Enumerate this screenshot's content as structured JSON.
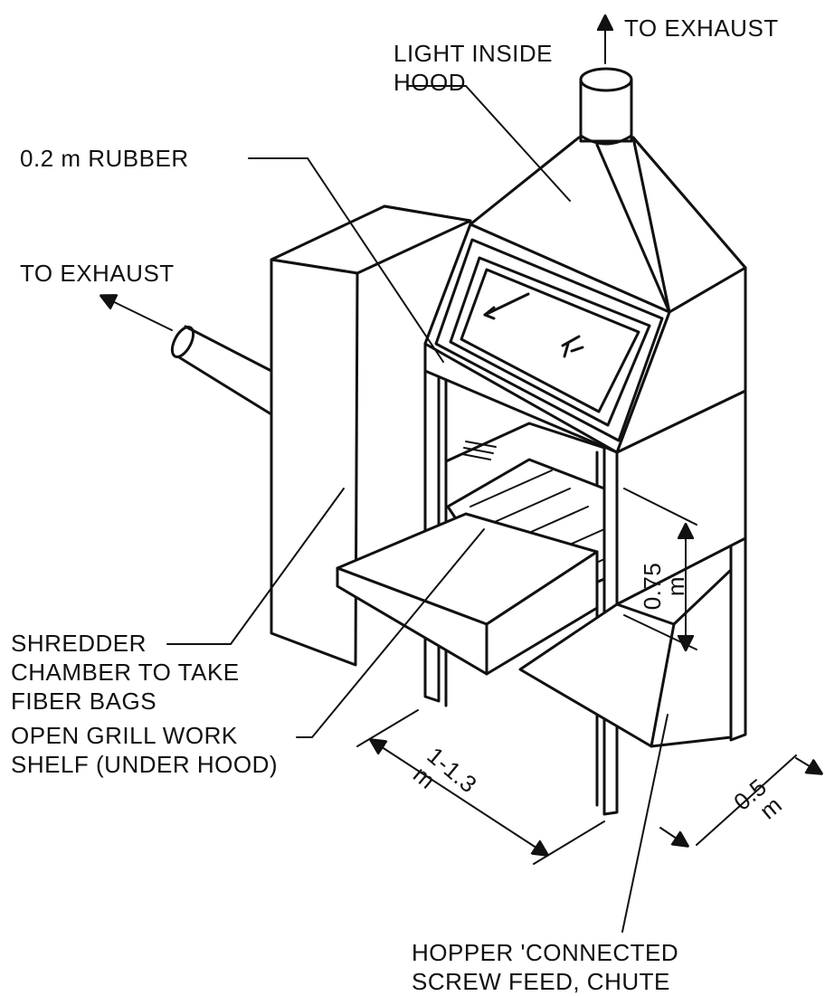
{
  "labels": {
    "to_exhaust_top": "TO EXHAUST",
    "light_inside_hood_1": "LIGHT INSIDE",
    "light_inside_hood_2": "HOOD",
    "rubber": "0.2 m RUBBER",
    "to_exhaust_left": "TO EXHAUST",
    "shredder_1": "SHREDDER",
    "shredder_2": "CHAMBER TO TAKE",
    "shredder_3": "FIBER BAGS",
    "grill_1": "OPEN GRILL WORK",
    "grill_2": "SHELF (UNDER HOOD)",
    "hopper_1": "HOPPER 'CONNECTED",
    "hopper_2": "SCREW FEED, CHUTE"
  },
  "dimensions": {
    "height_value": "0.75",
    "height_unit": "m",
    "width_value": "1-1.3",
    "width_unit": "m",
    "depth_value": "0.5",
    "depth_unit": "m"
  }
}
